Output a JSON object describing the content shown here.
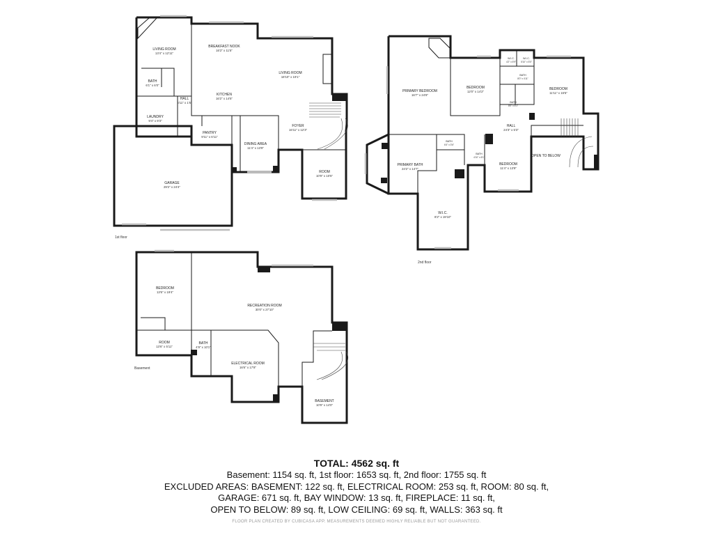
{
  "floors": {
    "first": {
      "label": "1st floor",
      "rooms": {
        "living_room": {
          "name": "LIVING ROOM",
          "dim": "13'4\" x 12'11\""
        },
        "breakfast_nook": {
          "name": "BREAKFAST NOOK",
          "dim": "16'2\" x 11'5\""
        },
        "living_room_2": {
          "name": "LIVING ROOM",
          "dim": "18'10\" x 19'1\""
        },
        "bath": {
          "name": "BATH",
          "dim": "6'1\" x 6'0\""
        },
        "hall": {
          "name": "HALL",
          "dim": "6'11\" x 1'5\""
        },
        "kitchen": {
          "name": "KITCHEN",
          "dim": "16'2\" x 14'5\""
        },
        "laundry": {
          "name": "LAUNDRY",
          "dim": "9'4\" x 9'3\""
        },
        "foyer": {
          "name": "FOYER",
          "dim": "16'11\" x 12'3\""
        },
        "pantry": {
          "name": "PANTRY",
          "dim": "9'11\" x 6'11\""
        },
        "dining_area": {
          "name": "DINING AREA",
          "dim": "11'4\" x 13'9\""
        },
        "garage": {
          "name": "GARAGE",
          "dim": "29'2\" x 24'4\""
        },
        "room": {
          "name": "ROOM",
          "dim": "10'9\" x 10'5\""
        }
      }
    },
    "second": {
      "label": "2nd floor",
      "rooms": {
        "primary_bedroom": {
          "name": "PRIMARY BEDROOM",
          "dim": "16'7\" x 24'8\""
        },
        "bedroom_a": {
          "name": "BEDROOM",
          "dim": "12'0\" x 14'2\""
        },
        "wic_a": {
          "name": "W.I.C.",
          "dim": "4'2\" x 5'9\""
        },
        "wic_b": {
          "name": "W.I.C.",
          "dim": "5'10\" x 5'0\""
        },
        "bath_a": {
          "name": "BATH",
          "dim": "8'0\" x 4'11\""
        },
        "bedroom_b": {
          "name": "BEDROOM",
          "dim": "11'11\" x 15'5\""
        },
        "bath_b": {
          "name": "BATH",
          "dim": "8'0\" x 5'1\""
        },
        "hall": {
          "name": "HALL",
          "dim": "24'3\" x 5'3\""
        },
        "bath_c": {
          "name": "BATH",
          "dim": "6'4\" x 3'6\""
        },
        "bath_d": {
          "name": "BATH",
          "dim": "4'10\" x 6'1\""
        },
        "primary_bath": {
          "name": "PRIMARY BATH",
          "dim": "24'2\" x 14'7\""
        },
        "bedroom_c": {
          "name": "BEDROOM",
          "dim": "11'4\" x 13'9\""
        },
        "open_to_below": {
          "name": "OPEN TO BELOW",
          "dim": ""
        },
        "wic_c": {
          "name": "W.I.C.",
          "dim": "8'2\" x 19'10\""
        }
      }
    },
    "basement": {
      "label": "Basement",
      "rooms": {
        "bedroom": {
          "name": "BEDROOM",
          "dim": "13'6\" x 19'4\""
        },
        "recreation_room": {
          "name": "RECREATION ROOM",
          "dim": "30'0\" x 27'10\""
        },
        "room": {
          "name": "ROOM",
          "dim": "13'6\" x 5'11\""
        },
        "bath": {
          "name": "BATH",
          "dim": "4'9\" x 10'1\""
        },
        "electrical_room": {
          "name": "ELECTRICAL ROOM",
          "dim": "16'6\" x 17'8\""
        },
        "basement": {
          "name": "BASEMENT",
          "dim": "10'9\" x 14'0\""
        }
      }
    }
  },
  "summary": {
    "total": "TOTAL: 4562 sq. ft",
    "line1": "Basement: 1154 sq. ft, 1st floor: 1653 sq. ft, 2nd floor: 1755 sq. ft",
    "line2": "EXCLUDED AREAS: BASEMENT: 122 sq. ft, ELECTRICAL ROOM: 253 sq. ft, ROOM: 80 sq. ft,",
    "line3": "GARAGE: 671 sq. ft, BAY WINDOW: 13 sq. ft, FIREPLACE: 11 sq. ft,",
    "line4": "OPEN TO BELOW: 89 sq. ft, LOW CEILING: 69 sq. ft, WALLS: 363 sq. ft",
    "disclaimer": "FLOOR PLAN CREATED BY CUBICASA APP. MEASUREMENTS DEEMED HIGHLY RELIABLE BUT NOT GUARANTEED."
  }
}
